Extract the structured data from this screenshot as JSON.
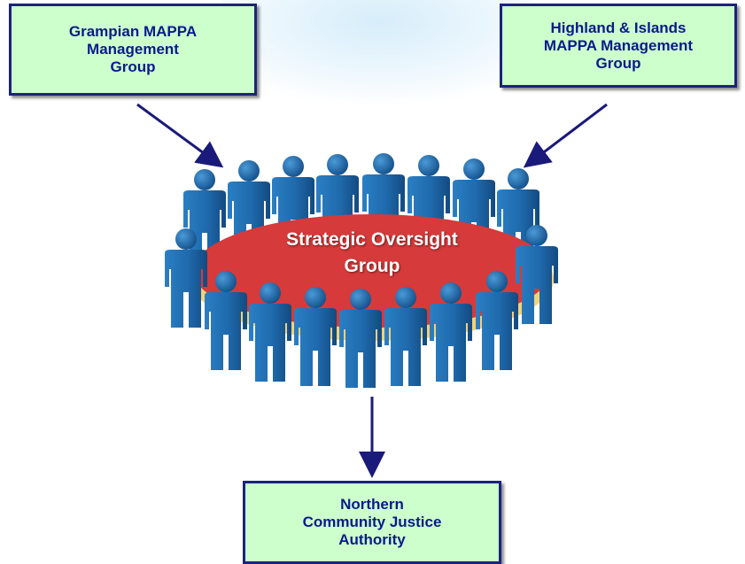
{
  "nodes": {
    "grampian": {
      "lines": [
        "Grampian MAPPA",
        "Management",
        "Group"
      ]
    },
    "highland": {
      "lines": [
        "Highland & Islands",
        "MAPPA Management",
        "Group"
      ]
    },
    "strategic": {
      "lines": [
        "Strategic Oversight",
        "Group"
      ]
    },
    "ncja": {
      "lines": [
        "Northern",
        "Community Justice",
        "Authority"
      ]
    }
  },
  "edges": [
    {
      "from": "grampian",
      "to": "strategic"
    },
    {
      "from": "highland",
      "to": "strategic"
    },
    {
      "from": "strategic",
      "to": "ncja"
    }
  ],
  "colors": {
    "box_fill": "#ccffcc",
    "box_border": "#1a237e",
    "arrow": "#1a1a7a",
    "table_top": "#d63a3a",
    "table_edge": "#f2d27a",
    "figure": "#1e6bb0"
  }
}
